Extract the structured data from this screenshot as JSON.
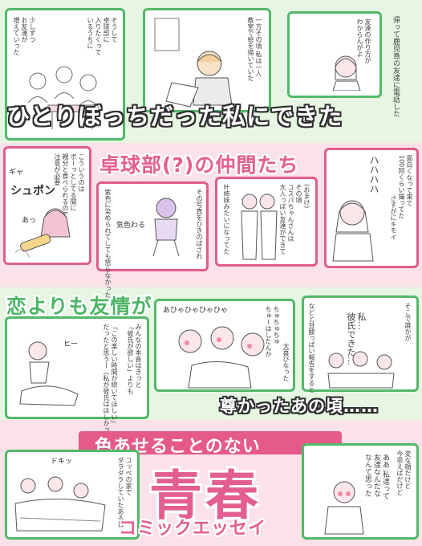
{
  "headings": {
    "h1": "ひとりぼっちだった私にできた",
    "h2": "卓球部(?)の仲間たち",
    "h3": "恋よりも友情が",
    "h4": "尊かったあの頃……",
    "h5": "色あせることのない",
    "h6": "青春",
    "h7": "コミックエッセイ"
  },
  "panels": {
    "p1": "そうして\n卓球部に\n入りたくって\nいるうちに",
    "p2": "少しずつ\nお友達が\n増えていった",
    "p3": "一方その頃 私は一人\n教室で絵を描いていた",
    "p4": "帰って鹿児島の友達に電話した",
    "p5": "友達の作り方が\nわからんがよ",
    "p6": "こういうのは\nボーっとしてる間に\n親分と食べられるので\n注意が必要",
    "p7": "紫色に染められてしても怒らなかった",
    "p8": "その写真をひきのばされ",
    "p9": "叶姉妹みたいになってた",
    "p10": "(おまけ)\nその頃\nコスパちゃんさんは\n大人っぽい友達ができて",
    "p11": "面白くなって来て\n100回くらい撮ってた",
    "p12": "さすがにキモイ",
    "p13": "みんなの本音はきっと\n「彼氏が欲しい」よりも",
    "p14": "「この楽しい時間が続いてほしい」\nだったと思うー（私が彼氏はほしかったけど）",
    "p15": "そこで誰かが",
    "p16": "私…\n彼氏できた…",
    "p17": "などと甘酸っぱい報告をすると",
    "p18": "大喜びなった",
    "p19": "コッペの家で\nダラダラしていたある日",
    "p20": "変な顔だけど\n今思えばだけど",
    "p21": "ああ 私達って\n友達なんだな\nなんて思った"
  },
  "sfx": {
    "shupon": "シュポン",
    "gya": "ギャ",
    "ah": "あっ",
    "haha": "ハハハハ",
    "ahya": "あひゃひゃひゃひゃ",
    "chuchu": "ちゅちゅちゅ\nちゅーはしたんか",
    "kimochi": "気色わる",
    "hii": "ヒー",
    "doki": "ドキッ"
  },
  "colors": {
    "green": "#54b86a",
    "pink": "#e05e8a",
    "green_bg": "#e6f6e3",
    "pink_bg": "#fbe1e8"
  }
}
